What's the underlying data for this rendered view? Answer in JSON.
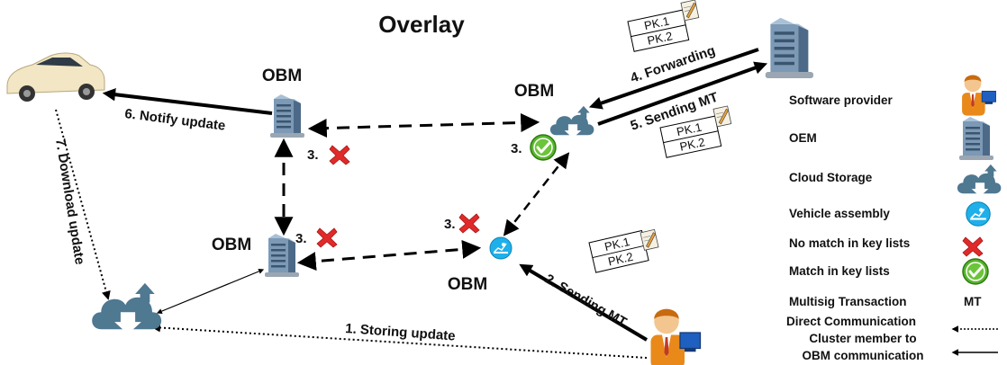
{
  "title": "Overlay",
  "obm_labels": [
    "OBM",
    "OBM",
    "OBM",
    "OBM"
  ],
  "steps": {
    "s1": "1. Storing update",
    "s2": "2. Sending MT",
    "s3": "3.",
    "s4": "4. Forwarding",
    "s5": "5. Sending MT",
    "s6": "6. Notify update",
    "s7": "7. Download update"
  },
  "packet": {
    "line1": "PK.1",
    "line2": "PK.2"
  },
  "legend": {
    "software_provider": "Software provider",
    "oem": "OEM",
    "cloud_storage": "Cloud Storage",
    "vehicle_assembly": "Vehicle assembly",
    "no_match": "No match in key lists",
    "match": "Match in key lists",
    "multisig": "Multisig Transaction",
    "multisig_abbr": "MT",
    "direct": "Direct Communication",
    "cluster_1": "Cluster member to",
    "cluster_2": "OBM communication"
  },
  "colors": {
    "server": "#6f8fae",
    "cloud": "#4f7891",
    "vehicle_assembly": "#1fb0ea",
    "cross": "#e02a2a",
    "check": "#58b52c",
    "car": "#f2e6c4"
  }
}
